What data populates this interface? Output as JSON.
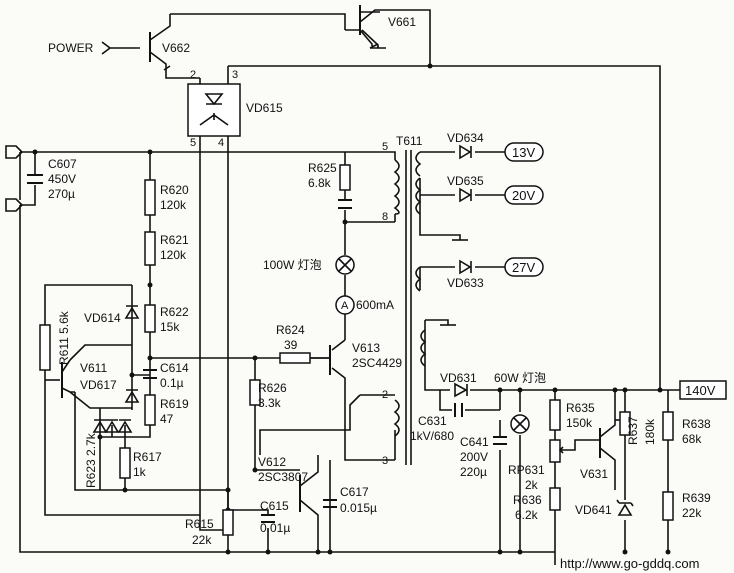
{
  "labels": {
    "power": "POWER",
    "v661": "V661",
    "v662": "V662",
    "vd615": "VD615",
    "pin2": "2",
    "pin3": "3",
    "pin5": "5",
    "pin4": "4",
    "c607": "C607",
    "c607_v": "450V",
    "c607_c": "270µ",
    "r620": "R620",
    "r620_v": "120k",
    "r621": "R621",
    "r621_v": "120k",
    "r622": "R622",
    "r622_v": "15k",
    "vd614": "VD614",
    "r611": "R611 5.6k",
    "v611": "V611",
    "vd617": "VD617",
    "c614": "C614",
    "c614_v": "0.1µ",
    "r619": "R619",
    "r619_v": "47",
    "r623": "R623 2.7k",
    "r617": "R617",
    "r617_v": "1k",
    "r625": "R625",
    "r625_v": "6.8k",
    "t611": "T611",
    "t_pin5": "5",
    "t_pin8": "8",
    "t_pin2": "2",
    "t_pin3": "3",
    "bulb100": "100W 灯泡",
    "ammeter": "A",
    "ammeter_v": "600mA",
    "r624": "R624",
    "r624_v": "39",
    "v613": "V613",
    "v613_v": "2SC4429",
    "r626": "R626",
    "r626_v": "3.3k",
    "v612": "V612",
    "v612_v": "2SC3807",
    "c617": "C617",
    "c617_v": "0.015µ",
    "r615": "R615",
    "r615_v": "22k",
    "c615": "C615",
    "c615_v": "0.01µ",
    "vd634": "VD634",
    "out13": "13V",
    "vd635": "VD635",
    "out20": "20V",
    "vd633": "VD633",
    "out27": "27V",
    "vd631": "VD631",
    "bulb60": "60W 灯泡",
    "out140": "140V",
    "c631": "C631",
    "c631_v": "1kV/680",
    "c641": "C641",
    "c641_v1": "200V",
    "c641_v2": "220µ",
    "r635": "R635",
    "r635_v": "150k",
    "rp631": "RP631",
    "rp631_v": "2k",
    "r636": "R636",
    "r636_v": "6.2k",
    "v631": "V631",
    "r637": "R637",
    "r637_v": "180k",
    "vd641": "VD641",
    "r638": "R638",
    "r638_v": "68k",
    "r639": "R639",
    "r639_v": "22k",
    "url": "http://www.go-gddq.com"
  }
}
